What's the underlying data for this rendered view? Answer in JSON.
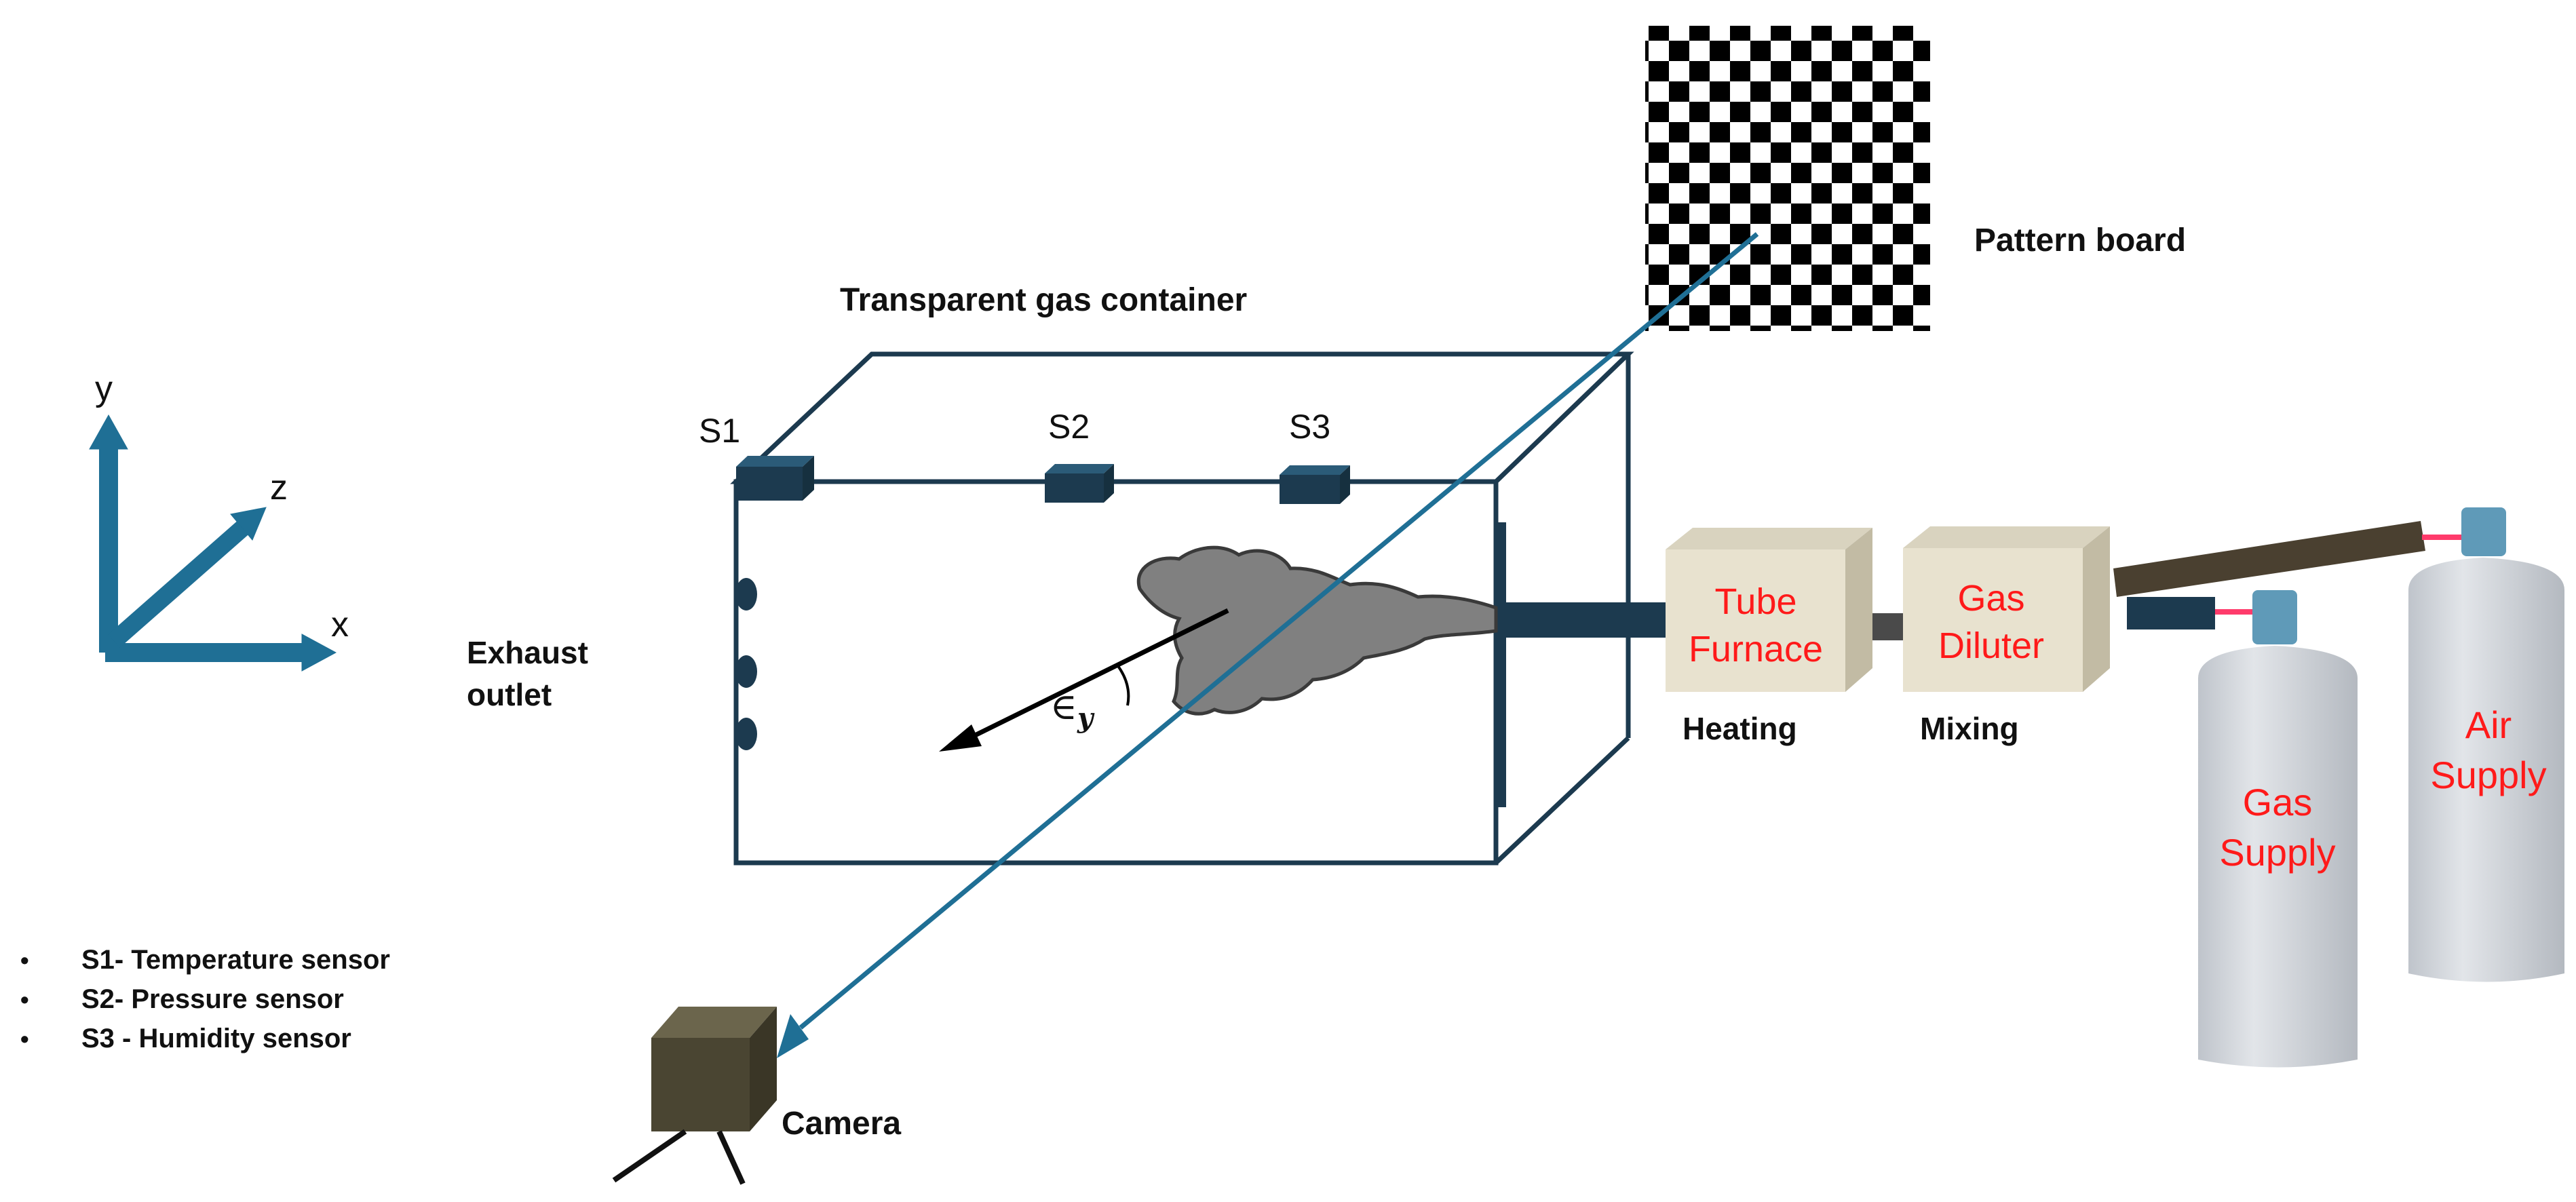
{
  "labels": {
    "pattern_board": "Pattern board",
    "container_title": "Transparent gas container",
    "exhaust_line1": "Exhaust",
    "exhaust_line2": "outlet",
    "camera": "Camera",
    "heating": "Heating",
    "mixing": "Mixing"
  },
  "axes": {
    "x": "x",
    "y": "y",
    "z": "z"
  },
  "sensors": [
    "S1",
    "S2",
    "S3"
  ],
  "legend": [
    "S1- Temperature sensor",
    "S2- Pressure sensor",
    "S3 - Humidity sensor"
  ],
  "legend_bullet": "•",
  "boxes": {
    "furnace": [
      "Tube",
      "Furnace"
    ],
    "diluter": [
      "Gas",
      "Diluter"
    ]
  },
  "cylinders": {
    "gas": [
      "Gas",
      "Supply"
    ],
    "air": [
      "Air",
      "Supply"
    ]
  },
  "angle_label": {
    "base": "∈",
    "sub": "y"
  },
  "colors": {
    "blue": "#1f6f95",
    "navy": "#1c3a4f",
    "box_front": "#e8e2cf",
    "box_side": "#c9c2ac",
    "cylinder": "#cdd1d7",
    "cap": "#5f9ab8",
    "red_text": "#ff1a1a",
    "camera": "#4a4532",
    "smoke": "#808080"
  }
}
